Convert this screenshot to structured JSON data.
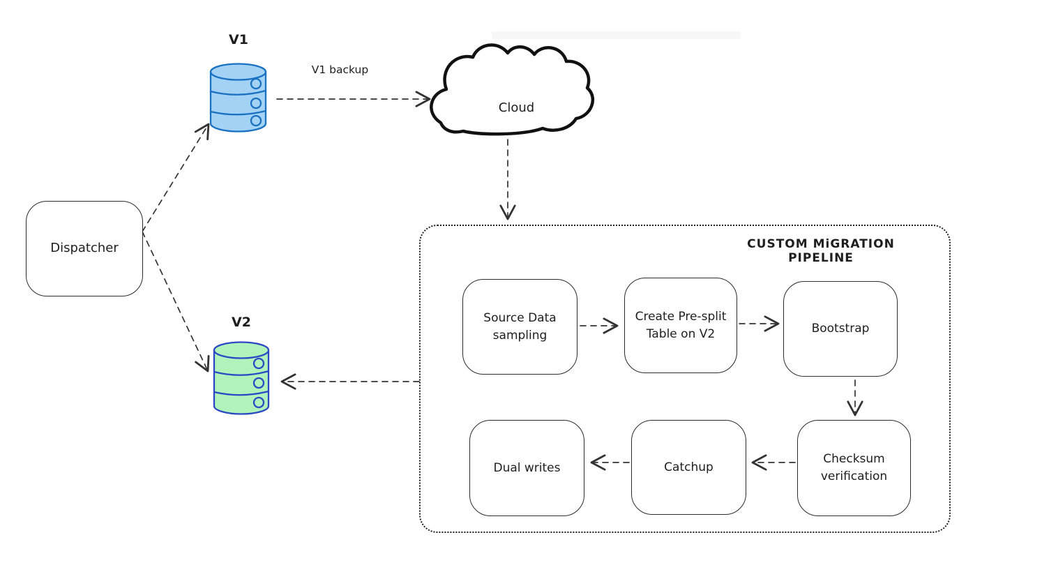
{
  "title": "CUSTOM MiGRATION PIPELINE",
  "nodes": {
    "dispatcher": "Dispatcher",
    "v1": "V1",
    "v2": "V2",
    "cloud": "Cloud",
    "source_sampling": "Source Data sampling",
    "create_presplit": "Create Pre-split Table on V2",
    "bootstrap": "Bootstrap",
    "checksum": "Checksum verification",
    "catchup": "Catchup",
    "dual_writes": "Dual writes"
  },
  "edge_labels": {
    "v1_backup": "V1 backup"
  },
  "edges": [
    {
      "from": "Dispatcher",
      "to": "V1",
      "style": "dashed"
    },
    {
      "from": "Dispatcher",
      "to": "V2",
      "style": "dashed"
    },
    {
      "from": "V1",
      "to": "Cloud",
      "style": "dashed",
      "label": "V1 backup"
    },
    {
      "from": "Cloud",
      "to": "Custom Migration Pipeline",
      "style": "dashed"
    },
    {
      "from": "Custom Migration Pipeline",
      "to": "V2",
      "style": "dashed"
    },
    {
      "from": "Source Data sampling",
      "to": "Create Pre-split Table on V2",
      "style": "dashed"
    },
    {
      "from": "Create Pre-split Table on V2",
      "to": "Bootstrap",
      "style": "dashed"
    },
    {
      "from": "Bootstrap",
      "to": "Checksum verification",
      "style": "dashed"
    },
    {
      "from": "Checksum verification",
      "to": "Catchup",
      "style": "dashed"
    },
    {
      "from": "Catchup",
      "to": "Dual writes",
      "style": "dashed"
    }
  ],
  "colors": {
    "ink": "#1e1e1e",
    "arrow": "#333333",
    "v1_fill": "#a3d2f4",
    "v1_stroke": "#1971c2",
    "v2_fill": "#b2f2bb",
    "v2_stroke": "#2c49c5",
    "cloud_stroke": "#111111",
    "background": "#ffffff"
  }
}
